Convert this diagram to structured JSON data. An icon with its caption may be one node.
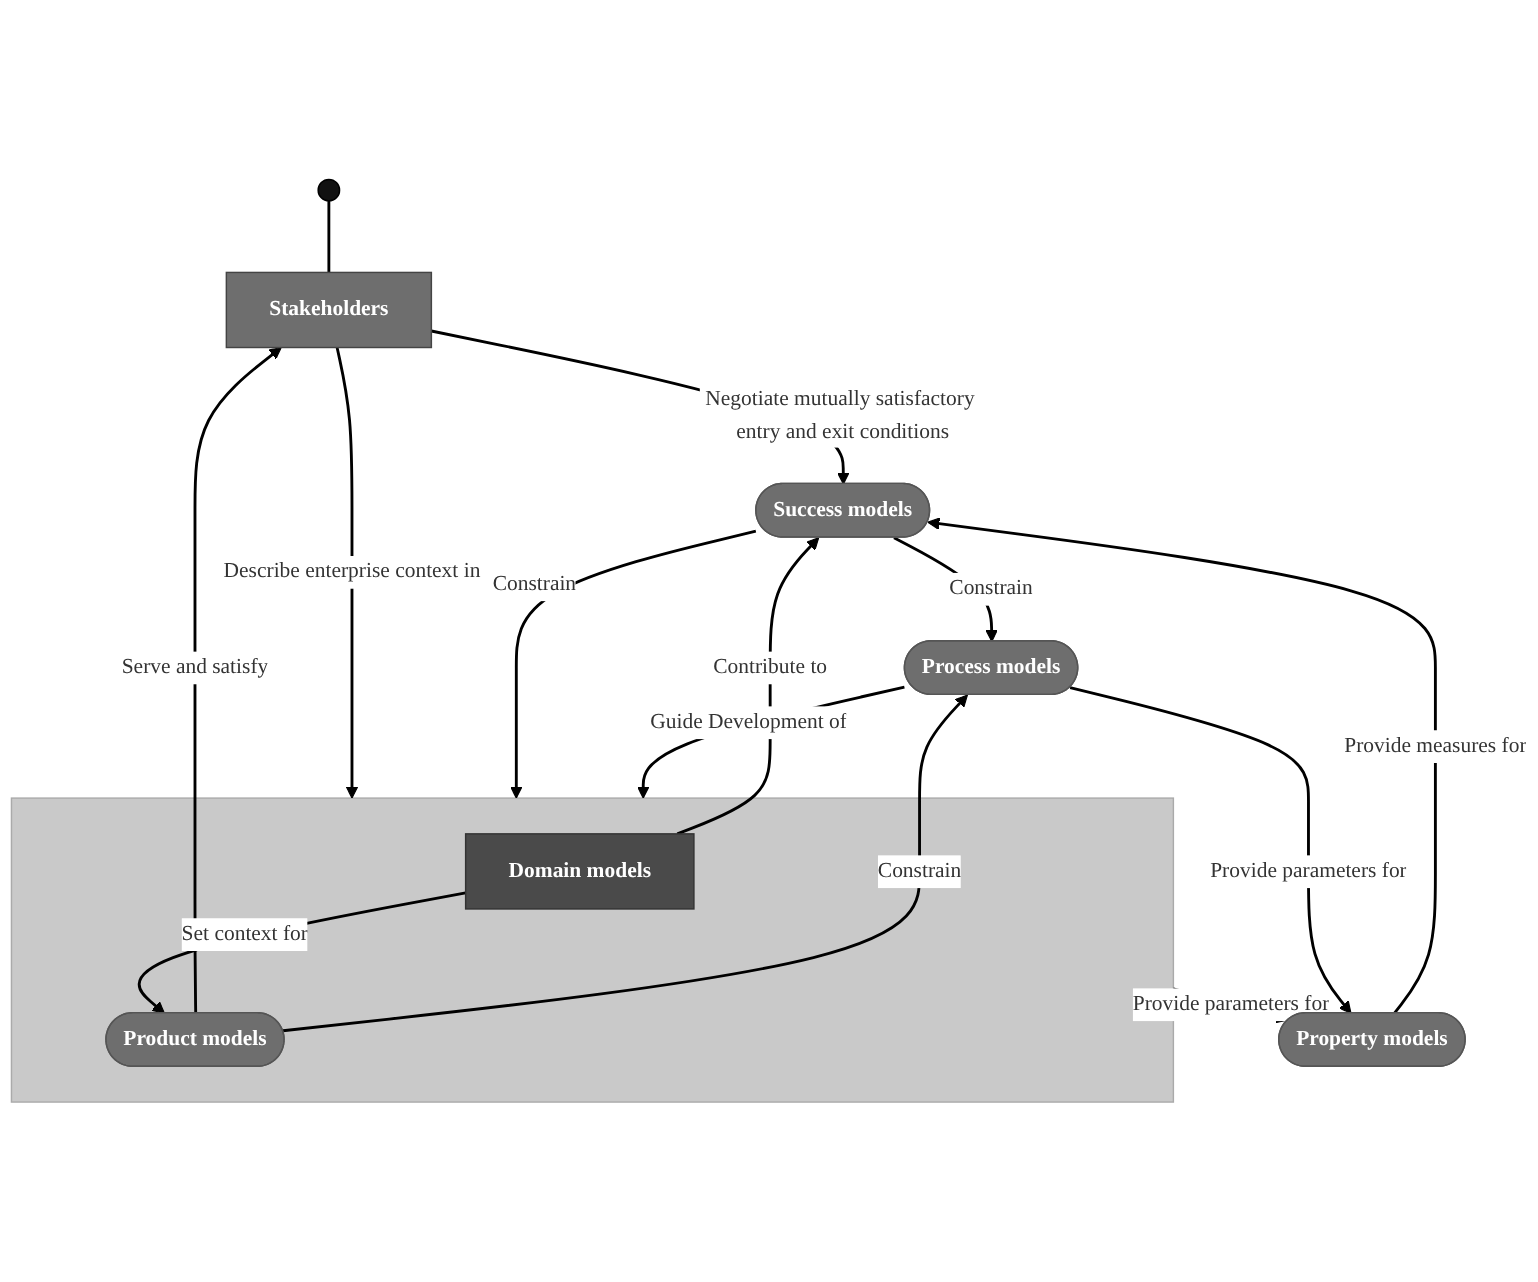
{
  "diagram": {
    "nodes": [
      {
        "text": [],
        "shape": "circle"
      },
      {
        "text": [
          "Stakeholders"
        ]
      },
      {
        "text": [],
        "shape": "box"
      },
      {
        "text": [
          "Domain models"
        ],
        "in": 2
      },
      {
        "text": [
          "Product models"
        ],
        "in": 2
      },
      {
        "text": [
          "Success models"
        ]
      },
      {
        "text": [
          "Property models"
        ]
      },
      {
        "text": [
          "Process models"
        ]
      }
    ],
    "edges": [
      {
        "from": 0,
        "to": 1,
        "arrow": "none"
      },
      {
        "from": 1,
        "to": 5,
        "arrow": "to",
        "label": "Negotiate mutually satisfactory entry and exit conditions"
      },
      {
        "from": 1,
        "to": 2,
        "arrow": "to",
        "label": "Describe enterprise context in"
      },
      {
        "from": 4,
        "to": 1,
        "arrow": "to",
        "label": "Serve and satisfy"
      },
      {
        "from": 3,
        "to": 5,
        "arrow": "to",
        "label": "Contribute to"
      },
      {
        "from": 3,
        "to": 4,
        "arrow": "to",
        "label": "Set context for"
      },
      {
        "from": 5,
        "to": 2,
        "arrow": "to",
        "label": "Constrain"
      },
      {
        "from": 2,
        "to": 6,
        "arrow": "to",
        "label": "Provide parameters for"
      },
      {
        "from": 6,
        "to": 5,
        "arrow": "to",
        "label": "Provide measures for"
      },
      {
        "from": 7,
        "to": 6,
        "arrow": "to",
        "label": "Provide parameters for"
      },
      {
        "from": 7,
        "to": 2,
        "arrow": "to",
        "label": "Guide Development of"
      },
      {
        "from": 4,
        "to": 7,
        "arrow": "to",
        "label": "Constrain"
      },
      {
        "from": 5,
        "to": 7,
        "arrow": "to",
        "label": "Constrain"
      }
    ]
  }
}
